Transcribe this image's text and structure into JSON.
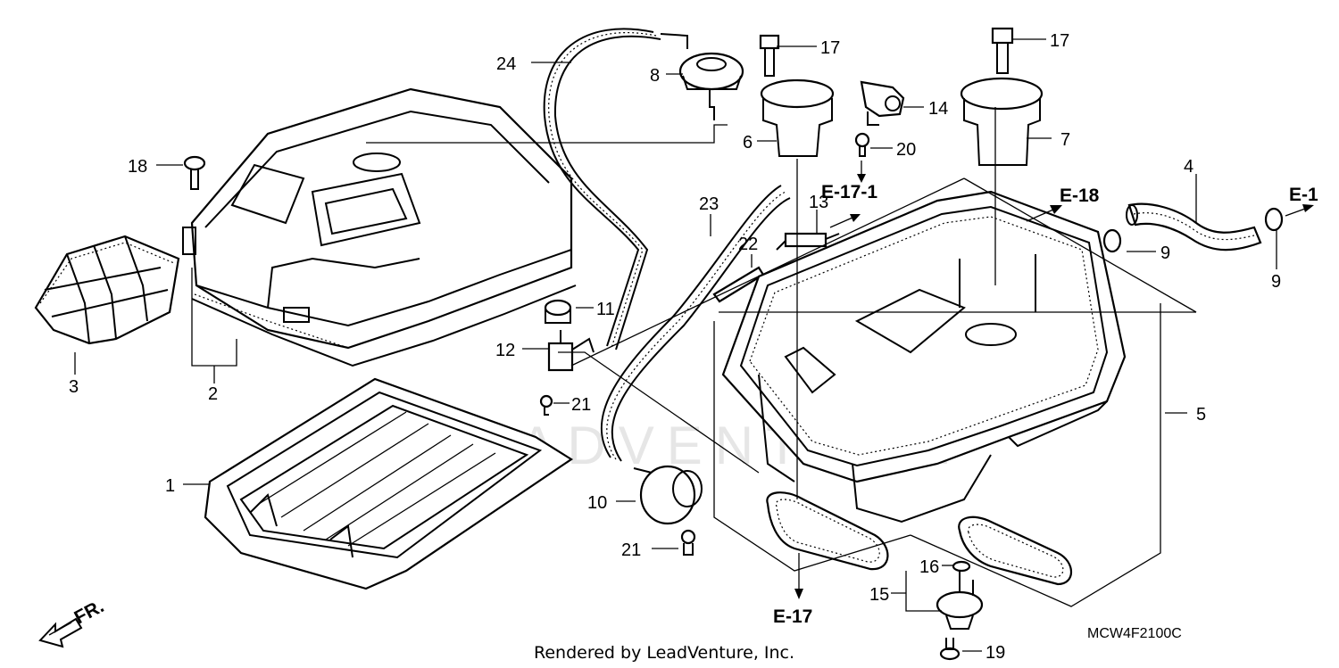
{
  "callouts": {
    "c1": "1",
    "c2": "2",
    "c3": "3",
    "c4": "4",
    "c5": "5",
    "c6": "6",
    "c7": "7",
    "c8": "8",
    "c9a": "9",
    "c9b": "9",
    "c10": "10",
    "c11": "11",
    "c12": "12",
    "c13": "13",
    "c14": "14",
    "c15": "15",
    "c16": "16",
    "c17a": "17",
    "c17b": "17",
    "c18": "18",
    "c19": "19",
    "c20": "20",
    "c21a": "21",
    "c21b": "21",
    "c22": "22",
    "c23": "23",
    "c24": "24"
  },
  "refs": {
    "e171": "E-17-1",
    "e18": "E-18",
    "e1": "E-1",
    "e17": "E-17"
  },
  "front_marker": "FR.",
  "watermark": "LEADVENTURE",
  "footer": "Rendered by LeadVenture, Inc.",
  "diagram_code": "MCW4F2100C"
}
